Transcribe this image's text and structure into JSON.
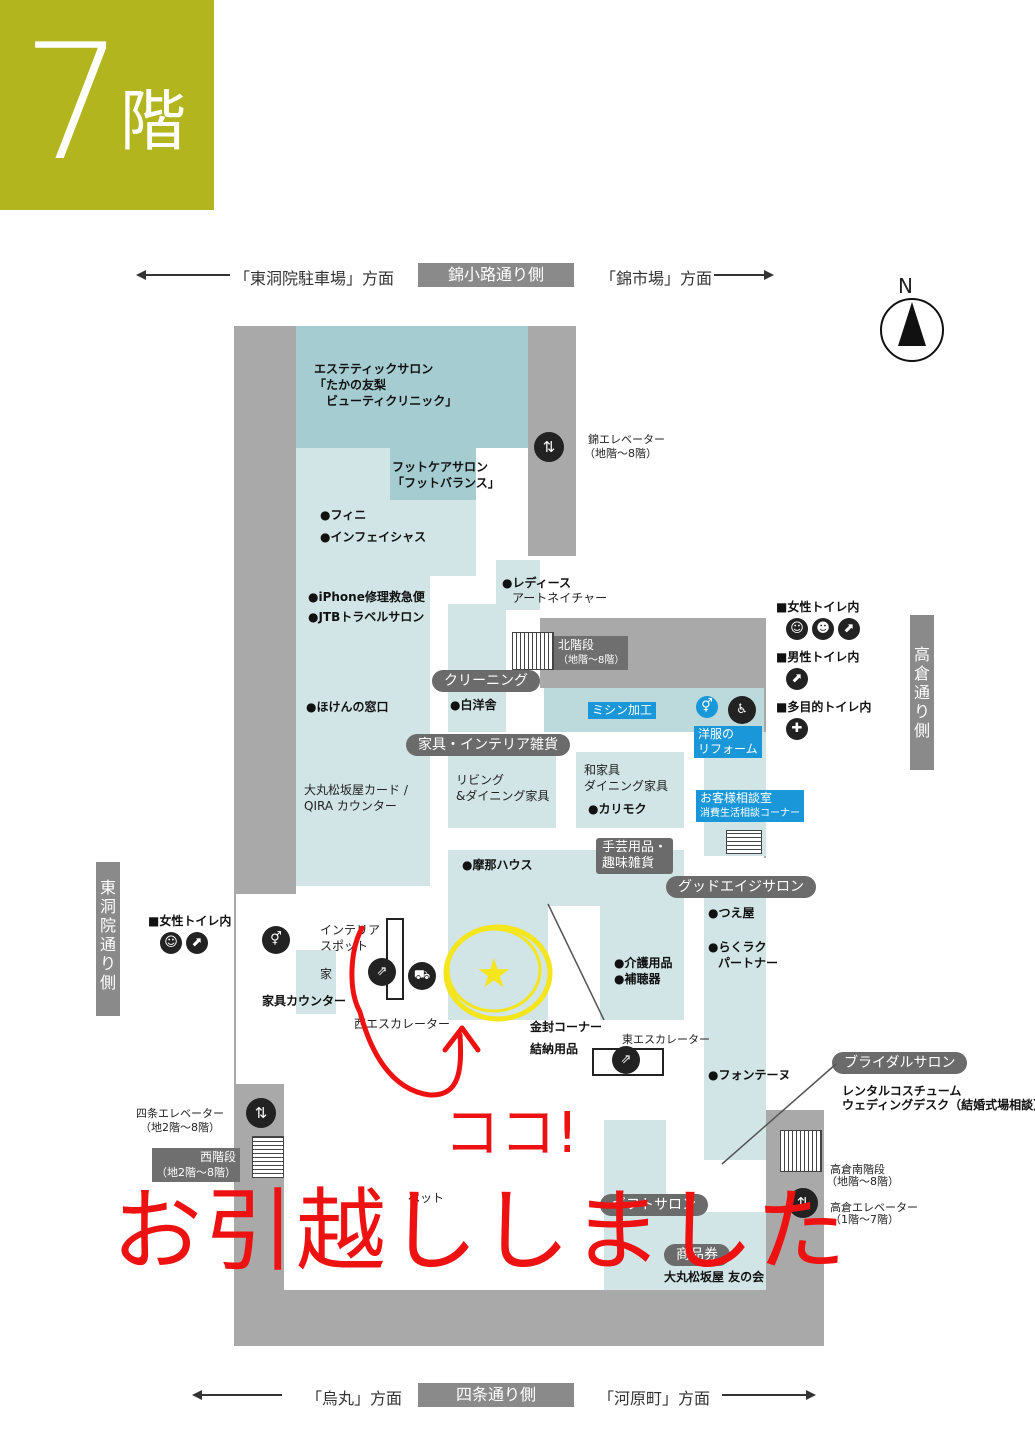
{
  "floor": {
    "number": "7",
    "suffix": "階"
  },
  "directions": {
    "top_left": "「東洞院駐車場」方面",
    "top_street": "錦小路通り側",
    "top_right": "「錦市場」方面",
    "bottom_left": "「烏丸」方面",
    "bottom_street": "四条通り側",
    "bottom_right": "「河原町」方面",
    "left_street": "東洞院通り側",
    "right_street": "高倉通り側",
    "compass": "N"
  },
  "shops": {
    "esthetic_1": "エステティックサロン",
    "esthetic_2": "「たかの友梨",
    "esthetic_3": "ビューティクリニック」",
    "foot_1": "フットケアサロン",
    "foot_2": "「フットバランス」",
    "fini": "●フィニ",
    "infeixious": "●インフェイシャス",
    "iphone": "●iPhone修理救急便",
    "jtb": "●JTBトラベルサロン",
    "hoken": "●ほけんの窓口",
    "card_1": "大丸松坂屋カード /",
    "card_2": "QIRA カウンター",
    "ladies_1": "●レディース",
    "ladies_2": "アートネイチャー",
    "hakuyosha": "●白洋舎",
    "living_1": "リビング",
    "living_2": "&ダイニング家具",
    "wakagu_1": "和家具",
    "wakagu_2": "ダイニング家具",
    "karimoku": "●カリモク",
    "mana": "●摩那ハウス",
    "shugei_1": "手芸用品・",
    "shugei_2": "趣味雑貨",
    "tsueya": "●つえ屋",
    "rakuraku_1": "●らくラク",
    "rakuraku_2": "パートナー",
    "kaigo": "●介護用品",
    "hochoki": "●補聴器",
    "kinpu": "金封コーナー",
    "ketsuno": "結納用品",
    "fontaine": "●フォンテーヌ",
    "rental_1": "レンタルコスチューム",
    "rental_2": "ウェディングデスク（結婚式場相談）",
    "interior_spot_1": "インテリア",
    "interior_spot_2": "スポット",
    "kagu_partial": "家",
    "kagu_counter": "家具カウンター",
    "pet_partial": "ペット",
    "friends": "大丸松坂屋 友の会"
  },
  "tags": {
    "cleaning": "クリーニング",
    "kagu_interior": "家具・インテリア雑貨",
    "good_age": "グッドエイジサロン",
    "bridal": "ブライダルサロン",
    "gift": "ギフトサロン",
    "shohinken": "商品券",
    "mishin": "ミシン加工",
    "yofuku_1": "洋服の",
    "yofuku_2": "リフォーム",
    "okyaku_1": "お客様相談室",
    "okyaku_2": "消費生活相談コーナー"
  },
  "facilities": {
    "nishiki_elev_1": "錦エレベーター",
    "nishiki_elev_2": "（地階〜8階）",
    "kita_stairs_1": "北階段",
    "kita_stairs_2": "（地階〜8階）",
    "women_toilet_r": "■女性トイレ内",
    "men_toilet_r": "■男性トイレ内",
    "multi_toilet_r": "■多目的トイレ内",
    "women_toilet_l": "■女性トイレ内",
    "nishi_esc": "西エスカレーター",
    "higashi_esc": "東エスカレーター",
    "shijo_elev_1": "四条エレベーター",
    "shijo_elev_2": "（地2階〜8階）",
    "nishi_stairs_1": "西階段",
    "nishi_stairs_2": "（地2階〜8階）",
    "takakura_stairs_1": "高倉南階段",
    "takakura_stairs_2": "（地階〜8階）",
    "takakura_elev_1": "高倉エレベーター",
    "takakura_elev_2": "（1階〜7階）"
  },
  "annotations": {
    "koko": "ココ!",
    "moved": "お引越ししました",
    "star": "★"
  },
  "colors": {
    "badge": "#b3b51f",
    "zone": "#d1e4e6",
    "zone_dark": "#a5ccd0",
    "wall": "#a9a9a9",
    "annotation_red": "#ee1111",
    "highlight_yellow": "#f5e51b",
    "accent_blue": "#1a97d8"
  }
}
